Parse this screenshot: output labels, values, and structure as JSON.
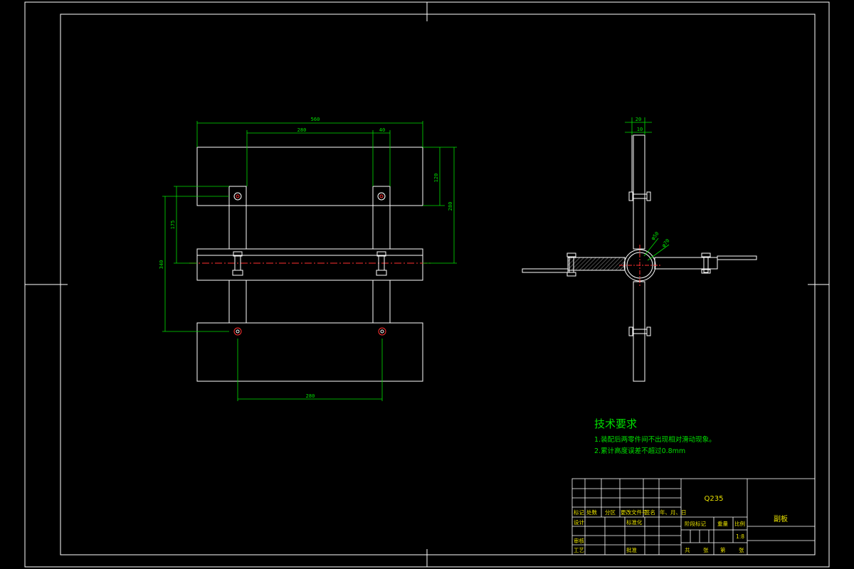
{
  "dimensions": {
    "front": {
      "overall_width": "560",
      "bolt_spacing_top": "280",
      "plate_width": "40",
      "upper_height": "120",
      "right_height": "280",
      "left_short": "175",
      "left_long": "340",
      "bolt_spacing_bottom": "280"
    },
    "side": {
      "top_a": "20",
      "top_b": "10",
      "circle_inner": "φ50",
      "circle_outer": "φ70"
    }
  },
  "requirements": {
    "title": "技术要求",
    "items": [
      "1.装配后两零件间不出现相对滑动现象。",
      "2.累计高度误差不超过0.8mm"
    ]
  },
  "title_block": {
    "material": "Q235",
    "part_name": "副板",
    "row_labels": [
      "标记",
      "处数",
      "分区",
      "更改文件号",
      "签名",
      "年、月、日"
    ],
    "design": "设计",
    "standardization": "标准化",
    "review": "审核",
    "process": "工艺",
    "approve": "批准",
    "stage_mark": "阶段标记",
    "weight": "重量",
    "scale_label": "比例",
    "scale_value": "1:8",
    "sheet_total": "共",
    "sheet_total_unit": "张",
    "sheet_no": "第",
    "sheet_no_unit": "张"
  },
  "colors": {
    "line": "#ffffff",
    "dimension": "#00e000",
    "centerline": "#ff3030",
    "hatch": "#ffffff",
    "title_text": "#e8e000"
  }
}
